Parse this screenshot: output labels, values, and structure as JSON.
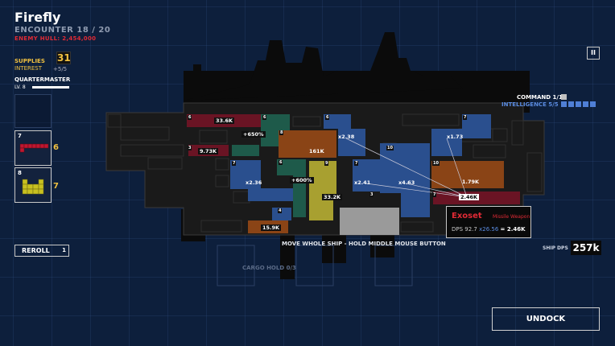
{
  "header": {
    "ship_name": "Firefly",
    "encounter": "ENCOUNTER 18 / 20",
    "enemy_hull": "ENEMY HULL: 2,454,000"
  },
  "resources": {
    "supplies_label": "SUPPLIES",
    "supplies_value": "31",
    "interest_label": "INTEREST",
    "interest_value": "+5/5",
    "crew_label": "QUARTERMASTER",
    "crew_level": "LV. 8"
  },
  "parts": [
    {
      "num": "7",
      "count": "6",
      "icon": "bar-part-icon",
      "color": "#c01630"
    },
    {
      "num": "8",
      "count": "7",
      "icon": "block-part-icon",
      "color": "#c8c020"
    }
  ],
  "reroll": {
    "label": "REROLL",
    "count": "1"
  },
  "pause": {
    "label": "II"
  },
  "stats": {
    "command": "COMMAND 1/1",
    "intelligence": "INTELLIGENCE 5/5",
    "intelligence_pips": 5,
    "ship_dps_label": "SHIP DPS",
    "ship_dps_value": "257k"
  },
  "ship": {
    "labels": {
      "l1": "33.6K",
      "l2": "+650%",
      "l3": "9.73K",
      "l4": "161K",
      "l5": "x2.38",
      "l6": "x1.73",
      "l7": "x2.36",
      "l8": "+600%",
      "l9": "33.2K",
      "l10": "x2.41",
      "l11": "x4.63",
      "l12": "1.79K",
      "l13": "2.46K",
      "l14": "15.9K"
    },
    "tags": {
      "t1": "6",
      "t2": "6",
      "t3": "6",
      "t4": "7",
      "t5": "3",
      "t6": "8",
      "t7": "10",
      "t8": "7",
      "t9": "6",
      "t10": "9",
      "t11": "7",
      "t12": "10",
      "t13": "7",
      "t14": "4",
      "t15": "3"
    },
    "move_hint": "MOVE WHOLE SHIP - HOLD MIDDLE MOUSE BUTTON",
    "cargo_hold": "CARGO HOLD 0/3"
  },
  "tooltip": {
    "name": "Exoset",
    "type": "Missile Weapon",
    "dps_prefix": "DPS 92.7",
    "multiplier": "x26.56",
    "total": "= 2.46K"
  },
  "undock": {
    "label": "UNDOCK"
  }
}
